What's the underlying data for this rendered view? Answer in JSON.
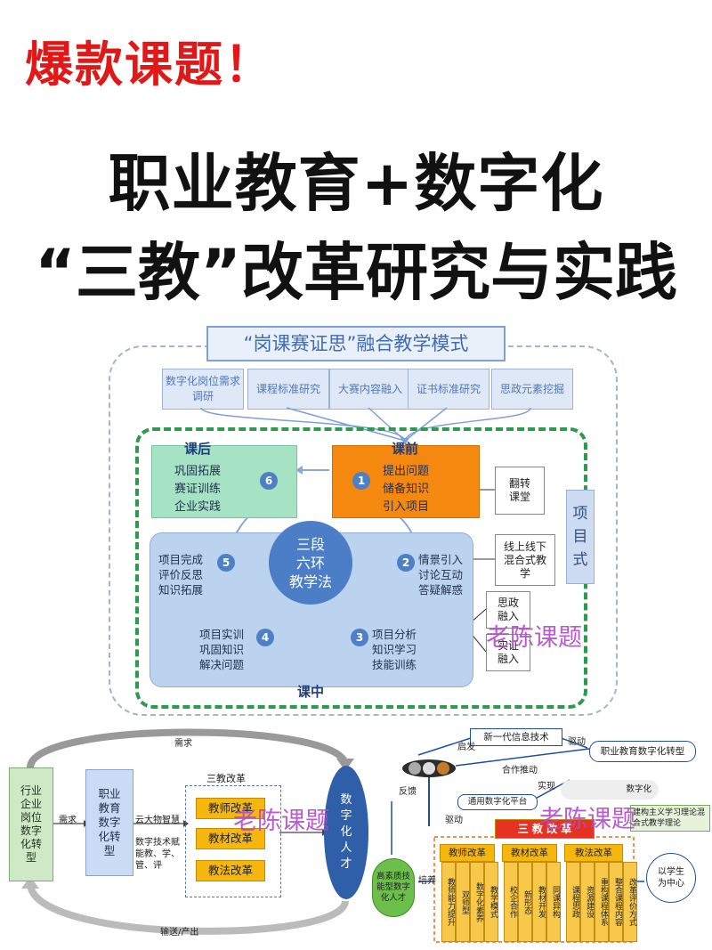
{
  "header": {
    "tag": "爆款课题！",
    "title_line1": "职业教育+数字化",
    "title_line2": "“三教”改革研究与实践"
  },
  "top_diagram": {
    "title": "“岗课赛证思”融合教学模式",
    "top_boxes": [
      "数字化岗位需求调研",
      "课程标准研究",
      "大赛内容融入",
      "证书标准研究",
      "思政元素挖掘"
    ],
    "after_label": "课后",
    "after_lines": [
      "巩固拓展",
      "赛证训练",
      "企业实践"
    ],
    "before_label": "课前",
    "before_lines": [
      "提出问题",
      "储备知识",
      "引入项目"
    ],
    "middle_label": "课中",
    "center": [
      "三段",
      "六环",
      "教学法"
    ],
    "steps": [
      {
        "n": "1",
        "lines": []
      },
      {
        "n": "2",
        "lines": [
          "情景引入",
          "讨论互动",
          "答疑解惑"
        ]
      },
      {
        "n": "3",
        "lines": [
          "项目分析",
          "知识学习",
          "技能训练"
        ]
      },
      {
        "n": "4",
        "lines": [
          "项目实训",
          "巩固知识",
          "解决问题"
        ]
      },
      {
        "n": "5",
        "lines": [
          "项目完成",
          "评价反思",
          "知识拓展"
        ]
      },
      {
        "n": "6",
        "lines": []
      }
    ],
    "right_boxes": [
      "翻转课堂",
      "线上线下混合式教学",
      "思政融入",
      "实证融入"
    ],
    "side_label": "项目式",
    "watermark": "老陈课题"
  },
  "bottom_left": {
    "left_box": "行业企业岗位数字化转型",
    "mid_box": "职业教育数字化转型",
    "top_arrow": "需求",
    "bottom_arrow": "输送/产出",
    "need_label": "需求",
    "tech_label": "云大物智慧",
    "tech_sub": "数字技术赋能教、学、管、评",
    "section_title": "三教改革",
    "reforms": [
      "教师改革",
      "教材改革",
      "教法改革"
    ],
    "talent": "数字化人才",
    "watermark": "老陈课题"
  },
  "bottom_right": {
    "top_box": "新一代信息技术",
    "right_box": "职业教育数字化转型",
    "platform": "通用数字化平台",
    "title": "三 教 改 革",
    "subs": [
      "教师改革",
      "教材改革",
      "教法改革"
    ],
    "left_oval": "高素质技能型数字化人才",
    "circle": "以学生为中心",
    "side_note": "建构主义学习理论混合式教学理论",
    "digital": "数字化",
    "labels": [
      "启发",
      "合作推动",
      "反馈",
      "驱动",
      "实现",
      "驱动",
      "培养"
    ],
    "cols": [
      "教师能力提升",
      "双师型",
      "数字化素养",
      "校企合作",
      "新形态",
      "教材开发",
      "同课异构",
      "课程思政",
      "资源建设",
      "重构课程体系",
      "整合课程内容",
      "教学模式",
      "改革评价方式"
    ],
    "watermark": "老陈课题"
  }
}
